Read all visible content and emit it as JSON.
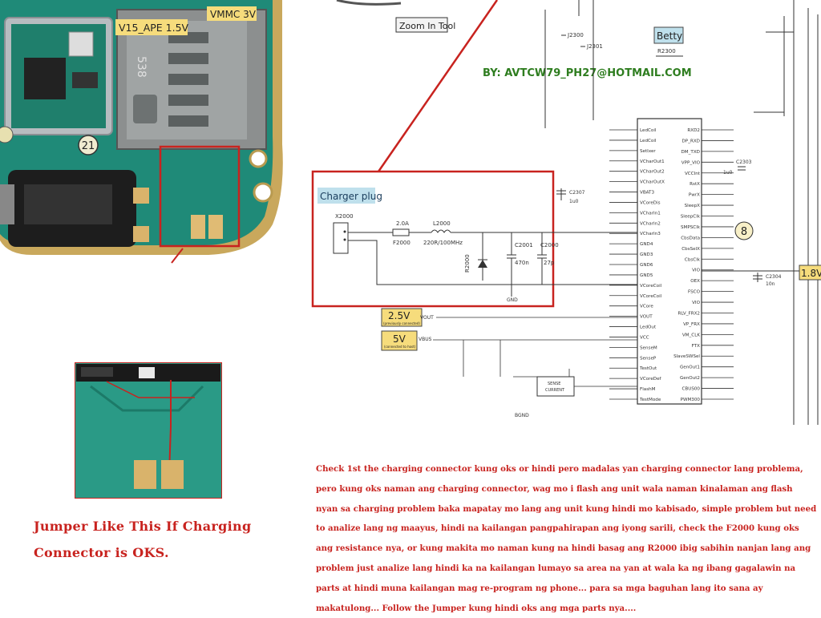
{
  "pcb": {
    "label_v15": "V15_APE 1.5V",
    "label_vmmc": "VMMC 3V",
    "marker_21": "21",
    "label_538": "538"
  },
  "schematic": {
    "zoom_tool": "Zoom In Tool",
    "betty": "Betty",
    "author": "BY: AVTCW79_PH27@HOTMAIL.COM",
    "charger_plug": "Charger plug",
    "x2000": "X2000",
    "fuse_value": "2.0A",
    "fuse_ref": "F2000",
    "inductor_ref": "L2000",
    "inductor_value": "220R/100MHz",
    "diode_ref": "R2000",
    "c2001": "C2001",
    "c2001_val": "470n",
    "c2000": "C2000",
    "c2000_val": "27p",
    "c2307": "C2307",
    "c2307_val": "1u0",
    "c2303": "C2303",
    "c2303_val": "1u0",
    "c2304": "C2304",
    "c2304_val": "10n",
    "r2300": "R2300",
    "badge_8": "8",
    "v18": "1.8V",
    "v25": "2.5V",
    "v25_sub": "(previously connected)",
    "v5": "5V",
    "v5_sub": "(connected to host)",
    "vout": "VOUT",
    "vbus": "VBUS",
    "sense_line1": "SENSE",
    "sense_line2": "CURRENT",
    "gnd": "GND",
    "bgnd": "BGND",
    "j2300": "J2300",
    "j2301": "J2301",
    "left_pins": [
      "LedCoil",
      "LedCoil",
      "SetIxer",
      "VCharOut1",
      "VCharOut2",
      "VCharOutX",
      "VBAT3",
      "VCoreDis",
      "VCharIn1",
      "VCharIn2",
      "VCharIn3",
      "GND4",
      "GND3",
      "GND6",
      "GND5",
      "VCoreCoil",
      "VCoreCoil",
      "VCore",
      "VOUT",
      "LedOut",
      "VCC",
      "SenseM",
      "SenseP",
      "TestOut",
      "VCoreDef",
      "FlashM",
      "TestMode"
    ],
    "right_pins": [
      "RXD2",
      "DP_RXD",
      "DM_TXD",
      "VPP_VIO",
      "VCCInt",
      "RstX",
      "PwrX",
      "SleepX",
      "SleepClk",
      "SMPSClk",
      "CbsData",
      "CbsSelX",
      "CbsClk",
      "VIO",
      "OEX",
      "FSCO",
      "VIO",
      "RLV_FRX2",
      "VP_FRX",
      "VM_CLK",
      "FTX",
      "SlaveSWSel",
      "GenOut1",
      "GenOut2",
      "CBUS00",
      "PWM300"
    ]
  },
  "captions": {
    "line1": "Jumper Like This If Charging",
    "line2": "Connector is OKS."
  },
  "description": "Check 1st the charging connector kung oks or hindi pero madalas yan charging connector lang problema, pero kung oks naman ang charging connector, wag mo i flash ang unit wala naman kinalaman ang flash nyan sa charging problem baka mapatay mo lang ang unit kung hindi mo kabisado, simple problem but need to analize lang ng maayus, hindi na kailangan pangpahirapan ang iyong sarili, check the F2000 kung oks ang resistance nya, or kung makita mo naman kung na hindi basag ang R2000 ibig sabihin nanjan lang ang problem just analize lang hindi ka na kailangan lumayo sa area na yan at wala ka ng ibang gagalawin na parts at hindi muna kailangan mag re-program ng phone... para sa mga baguhan lang ito sana ay makatulong... Follow the Jumper kung hindi oks ang mga parts nya....",
  "colors": {
    "accent_red": "#c8231f",
    "pcb_green": "#1f8a78",
    "author_green": "#2e7d1f",
    "label_yellow": "#f6dc7c",
    "label_blue": "#bfe0ec"
  }
}
